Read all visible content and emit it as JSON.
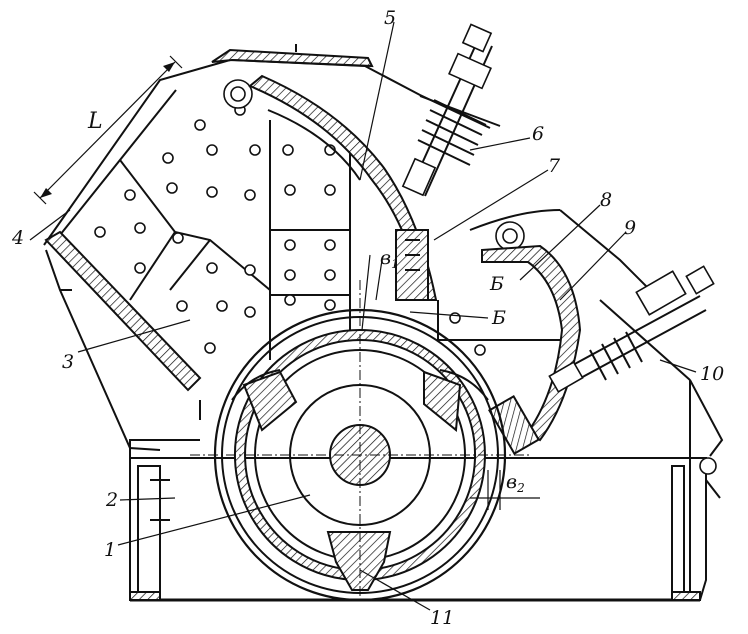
{
  "labels": {
    "n1": "1",
    "n2": "2",
    "n3": "3",
    "n4": "4",
    "n5": "5",
    "n6": "6",
    "n7": "7",
    "n8": "8",
    "n9": "9",
    "n10": "10",
    "n11": "11",
    "L": "L",
    "B": "Б",
    "B2": "Б",
    "b1_main": "в",
    "b1_sub": "1",
    "b2_main": "в",
    "b2_sub": "2"
  }
}
